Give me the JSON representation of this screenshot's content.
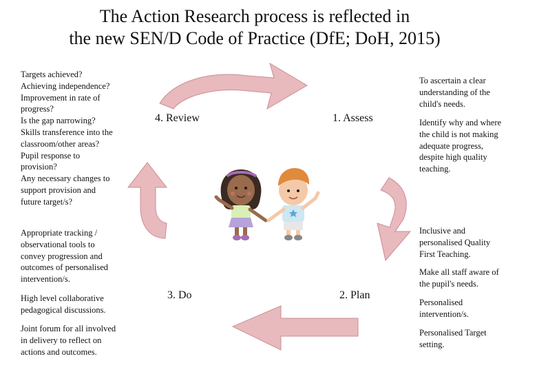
{
  "title": {
    "line1": "The Action Research process is reflected in",
    "line2": "the new SEN/D Code of Practice (DfE; DoH, 2015)"
  },
  "steps": {
    "review": "4. Review",
    "assess": "1. Assess",
    "do": "3. Do",
    "plan": "2. Plan"
  },
  "left_notes": {
    "review_questions": "Targets achieved?\nAchieving independence?\nImprovement in rate of\nprogress?\nIs the gap narrowing?\nSkills transference into the\nclassroom/other areas?\nPupil response to\nprovision?\nAny necessary changes to\nsupport provision and\nfuture target/s?",
    "tracking": "Appropriate tracking /\nobservational tools to\nconvey progression and\noutcomes of personalised\nintervention/s.",
    "discussions": "High level collaborative\npedagogical discussions.",
    "joint_forum": "Joint forum for all involved\nin delivery to reflect on\nactions and outcomes."
  },
  "right_notes": {
    "ascertain": "To ascertain a clear\nunderstanding of the\nchild's needs.",
    "identify": "Identify why and where\nthe child is not making\nadequate progress,\ndespite high quality\nteaching.",
    "inclusive": "Inclusive and\npersonalised Quality\nFirst Teaching.",
    "make_aware": "Make all staff aware of\nthe pupil's needs.",
    "intervention": "Personalised\nintervention/s.",
    "target": "Personalised Target\nsetting."
  },
  "colors": {
    "arrow_fill": "#e8b9bd",
    "arrow_stroke": "#c98f95",
    "text": "#111111"
  },
  "illustration": "two-children-holding-hands"
}
